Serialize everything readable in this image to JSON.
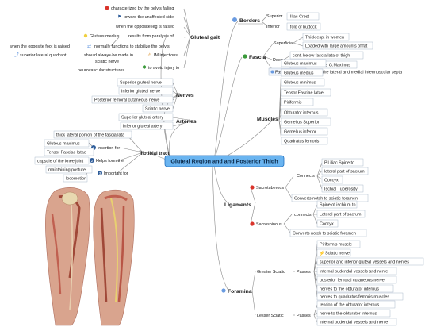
{
  "central": "Gluteal Region and and Posterior Thigh",
  "branches": {
    "borders": {
      "title": "Borders",
      "items": [
        {
          "key": "Superior",
          "value": "Iliac Crest"
        },
        {
          "key": "Inferior",
          "value": "fold of buttock"
        }
      ]
    },
    "fascia": {
      "title": "Fascia",
      "superficial": "Superficial",
      "superficial_items": [
        "Thick esp. in women",
        "Loaded with large amounts of fat"
      ],
      "deep": "Deep",
      "deep_items": [
        "cont. below fascia lata of thigh",
        "Splits to enclose G.Maximus"
      ],
      "fascia_lata": "Fascia lata",
      "fascia_lata_detail": "forms the lateral and medial intermuscular septa"
    },
    "muscles": {
      "title": "Muscles",
      "items": [
        "Gluteus maximus",
        "Gluteus medius",
        "Gluteus minimus",
        "Tensor Fasciae latae",
        "Piriformis",
        "Obturator internus",
        "Gemellus Superior",
        "Gemellus inferior",
        "Quadratus femoris"
      ]
    },
    "ligaments": {
      "title": "Ligaments",
      "sacrotuberous": "Sacrotuberous",
      "sacro_connects": "Connects",
      "sacro_items": [
        "P.I iliac Spine to",
        "lateral part of sacrum",
        "Coccyx",
        "Ischial Tuberosity"
      ],
      "sacro_converts": "Converts notch to sciatic foramen",
      "sacrospinous": "Sacrospinous",
      "spin_connects": "connects",
      "spin_items": [
        "Spine of ischium to",
        "Lateral part of sacrum",
        "Coccyx"
      ],
      "spin_converts": "Converts notch to sciatic foramen"
    },
    "foramina": {
      "title": "Foramina",
      "greater": "Greater Sciatic",
      "greater_passes": "Passes",
      "greater_items": [
        "Piriformis muscle",
        "Sciatic nerve",
        "superior and inferior gluteal vessels and nerves",
        "internal pudendal vessels and nerve",
        "posterior femoral cutaneous nerve",
        "nerves to the obturator internus",
        "nerves to quadratus femoris muscles"
      ],
      "lesser": "Lesser Sciatic",
      "lesser_passes": "Passes",
      "lesser_items": [
        "tendon of the obturator internus",
        "nerve to the obturator internus",
        "internal pudendal vessels and nerve"
      ]
    },
    "gluteal_gait": {
      "title": "Gluteal gait",
      "items": [
        "characterized by the pelvis falling",
        "toward the unaffected side",
        "when the opposite leg is raised"
      ],
      "medius_label": "Gluteus medius",
      "medius_detail": "results from paralysis of",
      "normally": "normally functions to stabilize the pelvis",
      "opposite_foot": "when the opposite foot is raised",
      "quadrant": "superior lateral quadrant",
      "should": "should always be made in",
      "im": "IM injections",
      "sciatic": "sciatic nerve",
      "avoid": "to avoid injury to",
      "neuro": "neurovascular structures"
    },
    "nerves": {
      "title": "Nerves",
      "items": [
        "Superior gluteal nerve",
        "Inferior gluteal nerve",
        "Posterior femoral cutaneous nerve",
        "Sciatic nerve"
      ]
    },
    "arteries": {
      "title": "Arteries",
      "items": [
        "Superior gluteal artery",
        "Inferior gluteal artery"
      ]
    },
    "iliotibial": {
      "title": "Iliotibial tract",
      "top": "thick lateral portion of the fascia lata",
      "insertion": "insertion for",
      "insertion_items": [
        "Gluteus maximus",
        "Tensor Fasciae latae"
      ],
      "helps": "Helps form the",
      "capsule": "capsule of the knee joint",
      "important": "Important for",
      "important_items": [
        "maintaining posture",
        "locomotion"
      ],
      "badges": [
        "1",
        "2",
        "3"
      ]
    }
  },
  "colors": {
    "root_fill": "#6ab4f0",
    "root_border": "#1f6fbf",
    "line": "#8a8a8a",
    "red_dot": "#d9342b",
    "green_dot": "#3a9a3a",
    "blue_dot": "#6a9be0",
    "badge": "#2f5d9a",
    "box_border": "#9aa8c0"
  }
}
